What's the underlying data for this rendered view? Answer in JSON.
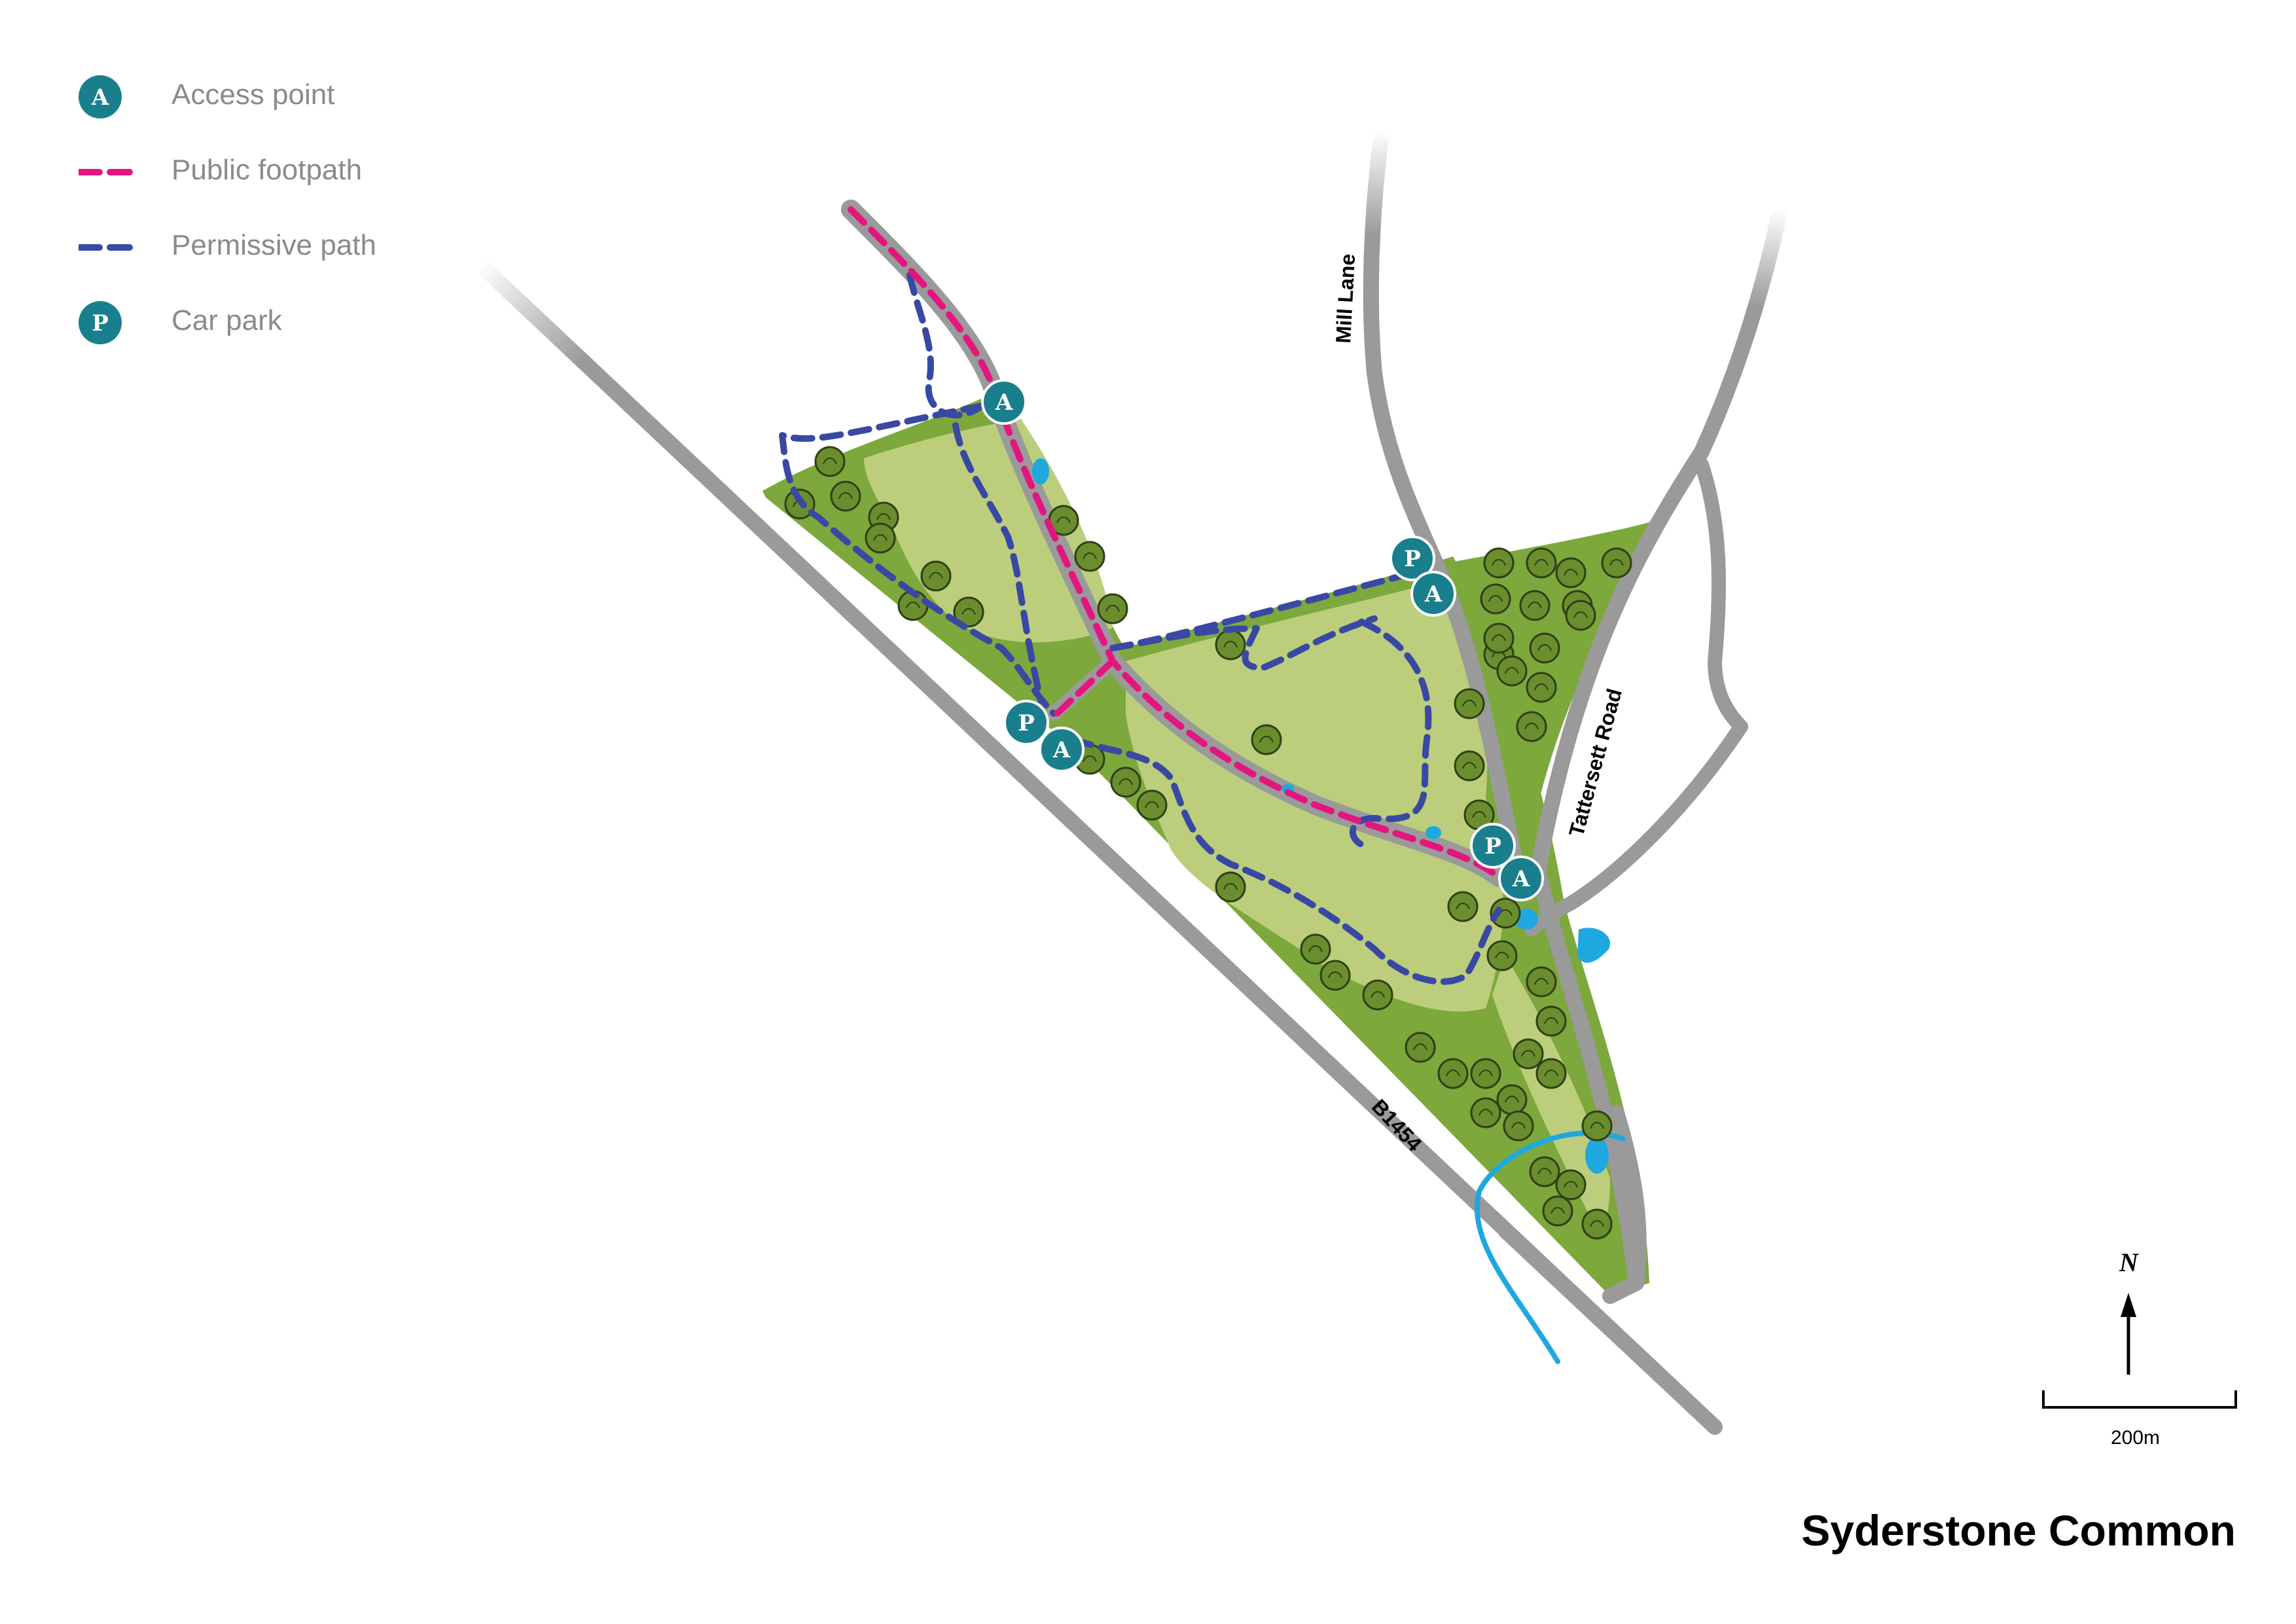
{
  "title": "Syderstone Common",
  "legend": {
    "access_point": {
      "symbol": "A",
      "label": "Access point"
    },
    "public_footpath": {
      "label": "Public footpath"
    },
    "permissive_path": {
      "label": "Permissive path"
    },
    "car_park": {
      "symbol": "P",
      "label": "Car park"
    }
  },
  "roads": {
    "mill_lane": "Mill Lane",
    "tattersett_road": "Tattersett Road",
    "b1454": "B1454"
  },
  "markers": [
    {
      "type": "access",
      "letter": "A"
    },
    {
      "type": "car_park",
      "letter": "P"
    },
    {
      "type": "access",
      "letter": "A"
    },
    {
      "type": "car_park",
      "letter": "P"
    },
    {
      "type": "access",
      "letter": "A"
    },
    {
      "type": "car_park",
      "letter": "P"
    },
    {
      "type": "access",
      "letter": "A"
    }
  ],
  "north_arrow": {
    "label": "N"
  },
  "scale_bar": {
    "label": "200m"
  },
  "colors": {
    "marker_fill": "#1a7f8c",
    "public_footpath": "#e4157f",
    "permissive_path": "#3949a3",
    "road": "#9a9a9a",
    "grass_dark": "#7da83c",
    "grass_light": "#bcce7c",
    "water": "#1fa8e0",
    "tree": "#6a8e2e"
  }
}
